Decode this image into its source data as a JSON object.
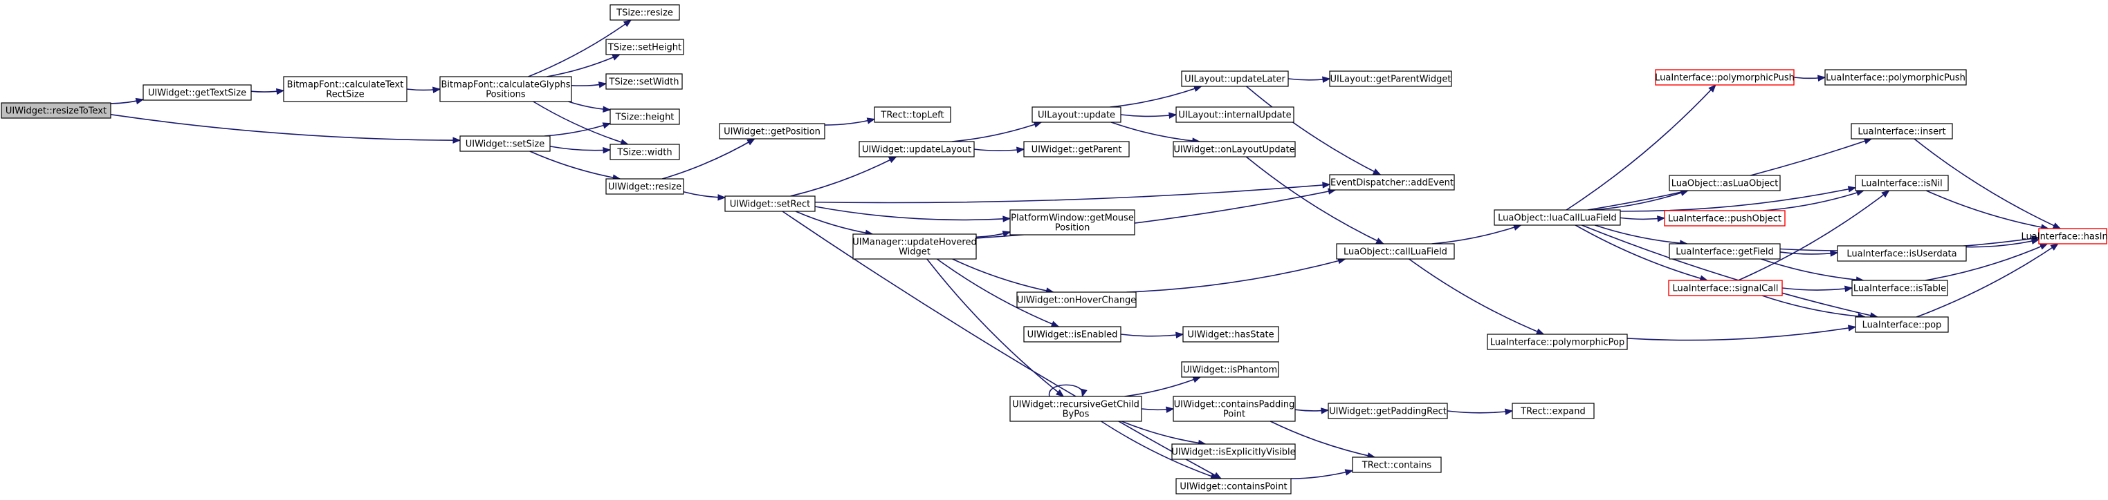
{
  "colors": {
    "edge": "#191970",
    "box_border": "#000000",
    "root_fill": "#bfbfbf",
    "highlight_border": "#ff0000",
    "background": "#ffffff"
  },
  "nodes": [
    {
      "id": "resizeToText",
      "lines": [
        "UIWidget::resizeToText"
      ],
      "style": "root"
    },
    {
      "id": "getTextSize",
      "lines": [
        "UIWidget::getTextSize"
      ]
    },
    {
      "id": "calculateTextRectSize",
      "lines": [
        "BitmapFont::calculateText",
        "RectSize"
      ]
    },
    {
      "id": "calculateGlyphsPositions",
      "lines": [
        "BitmapFont::calculateGlyphs",
        "Positions"
      ]
    },
    {
      "id": "tsizeResize",
      "lines": [
        "TSize::resize"
      ]
    },
    {
      "id": "tsizeSetHeight",
      "lines": [
        "TSize::setHeight"
      ]
    },
    {
      "id": "tsizeSetWidth",
      "lines": [
        "TSize::setWidth"
      ]
    },
    {
      "id": "tsizeHeight",
      "lines": [
        "TSize::height"
      ]
    },
    {
      "id": "tsizeWidth",
      "lines": [
        "TSize::width"
      ]
    },
    {
      "id": "setSize",
      "lines": [
        "UIWidget::setSize"
      ]
    },
    {
      "id": "uiResize",
      "lines": [
        "UIWidget::resize"
      ]
    },
    {
      "id": "getPosition",
      "lines": [
        "UIWidget::getPosition"
      ]
    },
    {
      "id": "topLeft",
      "lines": [
        "TRect::topLeft"
      ]
    },
    {
      "id": "setRect",
      "lines": [
        "UIWidget::setRect"
      ]
    },
    {
      "id": "updateLayout",
      "lines": [
        "UIWidget::updateLayout"
      ]
    },
    {
      "id": "layoutUpdate",
      "lines": [
        "UILayout::update"
      ]
    },
    {
      "id": "updateLater",
      "lines": [
        "UILayout::updateLater"
      ]
    },
    {
      "id": "getParentWidget",
      "lines": [
        "UILayout::getParentWidget"
      ]
    },
    {
      "id": "internalUpdate",
      "lines": [
        "UILayout::internalUpdate"
      ]
    },
    {
      "id": "getParent",
      "lines": [
        "UIWidget::getParent"
      ]
    },
    {
      "id": "onLayoutUpdate",
      "lines": [
        "UIWidget::onLayoutUpdate"
      ]
    },
    {
      "id": "addEvent",
      "lines": [
        "EventDispatcher::addEvent"
      ]
    },
    {
      "id": "getMousePosition",
      "lines": [
        "PlatformWindow::getMouse",
        "Position"
      ]
    },
    {
      "id": "updateHoveredWidget",
      "lines": [
        "UIManager::updateHovered",
        "Widget"
      ]
    },
    {
      "id": "onHoverChange",
      "lines": [
        "UIWidget::onHoverChange"
      ]
    },
    {
      "id": "isEnabled",
      "lines": [
        "UIWidget::isEnabled"
      ]
    },
    {
      "id": "hasState",
      "lines": [
        "UIWidget::hasState"
      ]
    },
    {
      "id": "recursiveGetChildByPos",
      "lines": [
        "UIWidget::recursiveGetChild",
        "ByPos"
      ]
    },
    {
      "id": "isPhantom",
      "lines": [
        "UIWidget::isPhantom"
      ]
    },
    {
      "id": "containsPaddingPoint",
      "lines": [
        "UIWidget::containsPadding",
        "Point"
      ]
    },
    {
      "id": "getPaddingRect",
      "lines": [
        "UIWidget::getPaddingRect"
      ]
    },
    {
      "id": "expand",
      "lines": [
        "TRect::expand"
      ]
    },
    {
      "id": "isExplicitlyVisible",
      "lines": [
        "UIWidget::isExplicitlyVisible"
      ]
    },
    {
      "id": "contains",
      "lines": [
        "TRect::contains"
      ]
    },
    {
      "id": "containsPoint",
      "lines": [
        "UIWidget::containsPoint"
      ]
    },
    {
      "id": "callLuaField",
      "lines": [
        "LuaObject::callLuaField"
      ]
    },
    {
      "id": "luaCallLuaField",
      "lines": [
        "LuaObject::luaCallLuaField"
      ]
    },
    {
      "id": "polymorphicPop",
      "lines": [
        "LuaInterface::polymorphicPop"
      ]
    },
    {
      "id": "polymorphicPushRed",
      "lines": [
        "LuaInterface::polymorphicPush"
      ],
      "style": "highlight"
    },
    {
      "id": "polymorphicPush2",
      "lines": [
        "LuaInterface::polymorphicPush"
      ]
    },
    {
      "id": "insert",
      "lines": [
        "LuaInterface::insert"
      ]
    },
    {
      "id": "asLuaObject",
      "lines": [
        "LuaObject::asLuaObject"
      ]
    },
    {
      "id": "pushObject",
      "lines": [
        "LuaInterface::pushObject"
      ],
      "style": "highlight"
    },
    {
      "id": "isNil",
      "lines": [
        "LuaInterface::isNil"
      ]
    },
    {
      "id": "getField",
      "lines": [
        "LuaInterface::getField"
      ]
    },
    {
      "id": "isUserdata",
      "lines": [
        "LuaInterface::isUserdata"
      ]
    },
    {
      "id": "signalCall",
      "lines": [
        "LuaInterface::signalCall"
      ],
      "style": "highlight"
    },
    {
      "id": "isTable",
      "lines": [
        "LuaInterface::isTable"
      ]
    },
    {
      "id": "pop",
      "lines": [
        "LuaInterface::pop"
      ]
    },
    {
      "id": "hasIndex",
      "lines": [
        "LuaInterface::hasIndex"
      ],
      "style": "highlight"
    }
  ],
  "edges": [
    [
      "resizeToText",
      "getTextSize"
    ],
    [
      "resizeToText",
      "setSize"
    ],
    [
      "getTextSize",
      "calculateTextRectSize"
    ],
    [
      "calculateTextRectSize",
      "calculateGlyphsPositions"
    ],
    [
      "calculateGlyphsPositions",
      "tsizeResize"
    ],
    [
      "calculateGlyphsPositions",
      "tsizeSetHeight"
    ],
    [
      "calculateGlyphsPositions",
      "tsizeSetWidth"
    ],
    [
      "calculateGlyphsPositions",
      "tsizeHeight"
    ],
    [
      "calculateGlyphsPositions",
      "tsizeWidth"
    ],
    [
      "setSize",
      "tsizeHeight"
    ],
    [
      "setSize",
      "tsizeWidth"
    ],
    [
      "setSize",
      "uiResize"
    ],
    [
      "uiResize",
      "getPosition"
    ],
    [
      "uiResize",
      "setRect"
    ],
    [
      "getPosition",
      "topLeft"
    ],
    [
      "setRect",
      "updateLayout"
    ],
    [
      "setRect",
      "addEvent"
    ],
    [
      "setRect",
      "getMousePosition"
    ],
    [
      "setRect",
      "updateHoveredWidget"
    ],
    [
      "setRect",
      "containsPoint"
    ],
    [
      "updateLayout",
      "layoutUpdate"
    ],
    [
      "updateLayout",
      "getParent"
    ],
    [
      "layoutUpdate",
      "updateLater"
    ],
    [
      "layoutUpdate",
      "internalUpdate"
    ],
    [
      "layoutUpdate",
      "onLayoutUpdate"
    ],
    [
      "updateLater",
      "getParentWidget"
    ],
    [
      "updateLater",
      "addEvent"
    ],
    [
      "onLayoutUpdate",
      "callLuaField"
    ],
    [
      "updateHoveredWidget",
      "getMousePosition"
    ],
    [
      "updateHoveredWidget",
      "addEvent"
    ],
    [
      "updateHoveredWidget",
      "onHoverChange"
    ],
    [
      "updateHoveredWidget",
      "isEnabled"
    ],
    [
      "updateHoveredWidget",
      "recursiveGetChildByPos"
    ],
    [
      "onHoverChange",
      "callLuaField"
    ],
    [
      "isEnabled",
      "hasState"
    ],
    [
      "recursiveGetChildByPos",
      "recursiveGetChildByPos"
    ],
    [
      "recursiveGetChildByPos",
      "isPhantom"
    ],
    [
      "recursiveGetChildByPos",
      "containsPaddingPoint"
    ],
    [
      "recursiveGetChildByPos",
      "isExplicitlyVisible"
    ],
    [
      "recursiveGetChildByPos",
      "containsPoint"
    ],
    [
      "containsPaddingPoint",
      "getPaddingRect"
    ],
    [
      "containsPaddingPoint",
      "contains"
    ],
    [
      "getPaddingRect",
      "expand"
    ],
    [
      "containsPoint",
      "contains"
    ],
    [
      "callLuaField",
      "luaCallLuaField"
    ],
    [
      "callLuaField",
      "polymorphicPop"
    ],
    [
      "luaCallLuaField",
      "polymorphicPushRed"
    ],
    [
      "luaCallLuaField",
      "insert"
    ],
    [
      "luaCallLuaField",
      "asLuaObject"
    ],
    [
      "luaCallLuaField",
      "pushObject"
    ],
    [
      "luaCallLuaField",
      "isNil"
    ],
    [
      "luaCallLuaField",
      "getField"
    ],
    [
      "luaCallLuaField",
      "signalCall"
    ],
    [
      "luaCallLuaField",
      "pop"
    ],
    [
      "polymorphicPushRed",
      "polymorphicPush2"
    ],
    [
      "insert",
      "hasIndex"
    ],
    [
      "pushObject",
      "isNil"
    ],
    [
      "isNil",
      "hasIndex"
    ],
    [
      "getField",
      "hasIndex"
    ],
    [
      "getField",
      "isUserdata"
    ],
    [
      "getField",
      "isTable"
    ],
    [
      "signalCall",
      "isNil"
    ],
    [
      "signalCall",
      "isTable"
    ],
    [
      "signalCall",
      "pop"
    ],
    [
      "isUserdata",
      "hasIndex"
    ],
    [
      "isTable",
      "hasIndex"
    ],
    [
      "pop",
      "hasIndex"
    ],
    [
      "polymorphicPop",
      "pop"
    ]
  ]
}
